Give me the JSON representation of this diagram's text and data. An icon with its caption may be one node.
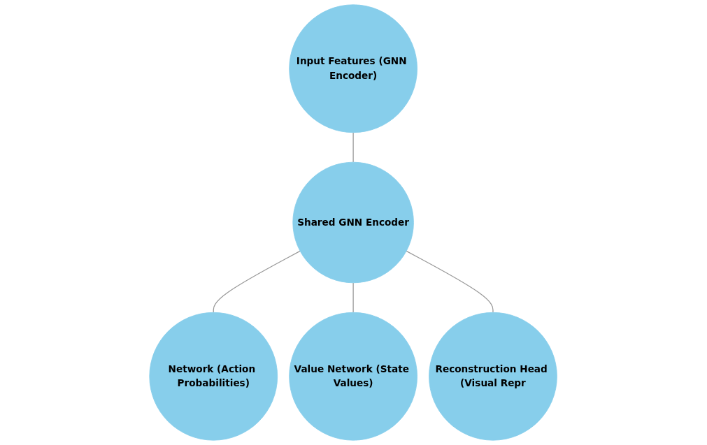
{
  "diagram": {
    "nodes": [
      {
        "text": [
          "Input Features (GNN Encoder)"
        ]
      },
      {
        "text": [
          "Shared GNN Encoder"
        ]
      },
      {
        "text": [
          "Network (Action Probabilities)"
        ]
      },
      {
        "text": [
          "Value Network (State Values)"
        ]
      },
      {
        "text": [
          "Reconstruction Head (Visual Repr"
        ]
      }
    ],
    "edges": [
      {
        "from": 0,
        "to": 1,
        "arrow": "none"
      },
      {
        "from": 1,
        "to": 2,
        "arrow": "none"
      },
      {
        "from": 1,
        "to": 3,
        "arrow": "none"
      },
      {
        "from": 1,
        "to": 4,
        "arrow": "none"
      }
    ]
  }
}
